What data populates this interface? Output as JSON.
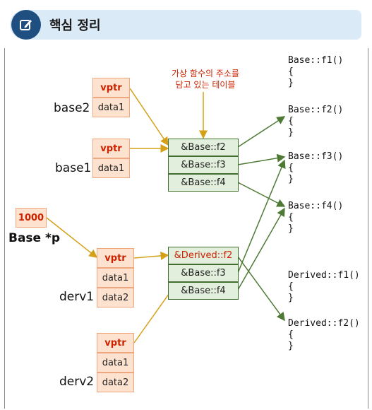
{
  "header": {
    "title": "핵심 정리",
    "icon": "edit-icon"
  },
  "note": {
    "line1": "가상 함수의 주소를",
    "line2": "담고 있는 테이블"
  },
  "objects": {
    "base2": {
      "label": "base2",
      "vptr": "vptr",
      "data1": "data1"
    },
    "base1": {
      "label": "base1",
      "vptr": "vptr",
      "data1": "data1"
    },
    "pointer": {
      "value": "1000",
      "label": "Base *p"
    },
    "derv1": {
      "label": "derv1",
      "vptr": "vptr",
      "data1": "data1",
      "data2": "data2"
    },
    "derv2": {
      "label": "derv2",
      "vptr": "vptr",
      "data1": "data1",
      "data2": "data2"
    }
  },
  "vtables": {
    "base": [
      "&Base::f2",
      "&Base::f3",
      "&Base::f4"
    ],
    "derived": [
      "&Derived::f2",
      "&Base::f3",
      "&Base::f4"
    ]
  },
  "functions": {
    "base_f1": "Base::f1()",
    "base_f2": "Base::f2()",
    "base_f3": "Base::f3()",
    "base_f4": "Base::f4()",
    "derived_f1": "Derived::f1()",
    "derived_f2": "Derived::f2()",
    "open_brace": "{",
    "close_brace": "}"
  },
  "colors": {
    "object_arrow": "#d4a017",
    "vtable_arrow": "#4e7a35",
    "header_bg": "#dbeaf7",
    "header_icon_bg": "#1f4f80",
    "highlight": "#cc2200"
  }
}
